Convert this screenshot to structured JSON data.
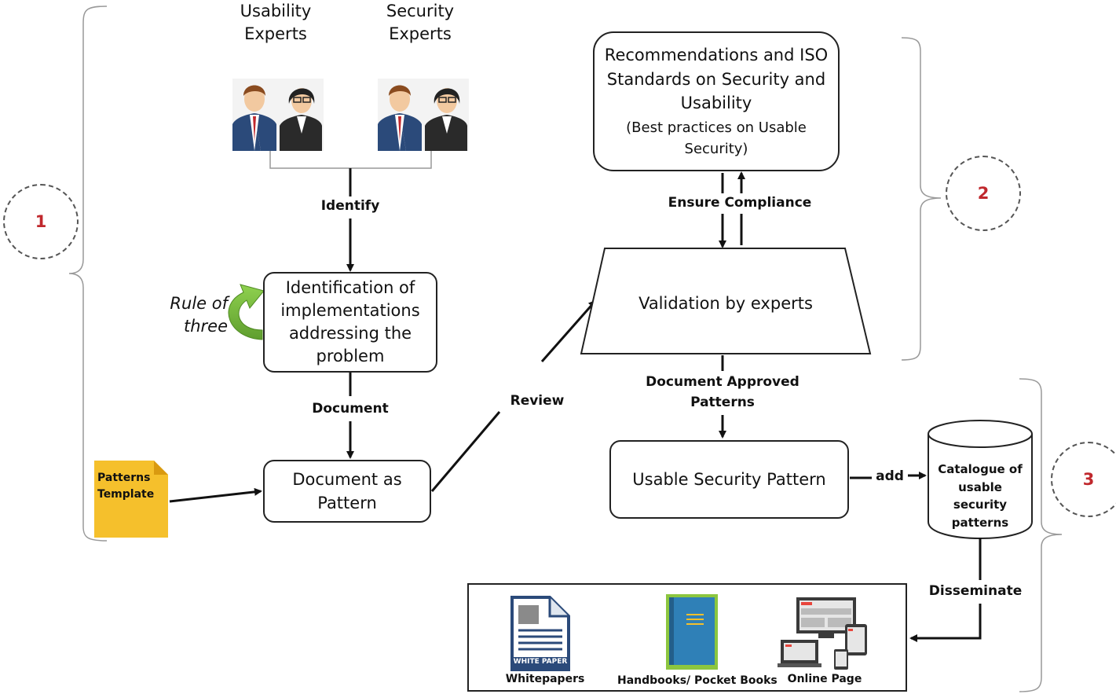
{
  "experts": {
    "usability": [
      "Usability",
      "Experts"
    ],
    "security": [
      "Security",
      "Experts"
    ]
  },
  "labels": {
    "identify": "Identify",
    "document": "Document",
    "review": "Review",
    "ensure_compliance": "Ensure Compliance",
    "document_approved": [
      "Document Approved",
      "Patterns"
    ],
    "add": "add",
    "disseminate": "Disseminate"
  },
  "rule_of_three": [
    "Rule of",
    "three"
  ],
  "boxes": {
    "identification": [
      "Identification of",
      "implementations",
      "addressing the",
      "problem"
    ],
    "document_pattern": [
      "Document as",
      "Pattern"
    ],
    "recommendations": [
      "Recommendations and ISO",
      "Standards on Security and",
      "Usability"
    ],
    "recommendations_sub": [
      "(Best practices on Usable",
      "Security)"
    ],
    "validation": "Validation by experts",
    "usable_pattern": "Usable Security Pattern",
    "catalogue": [
      "Catalogue of",
      "usable",
      "security",
      "patterns"
    ]
  },
  "template": [
    "Patterns",
    "Template"
  ],
  "phases": [
    "1",
    "2",
    "3"
  ],
  "media": {
    "whitepapers": "Whitepapers",
    "whitepaper_banner": "WHITE PAPER",
    "handbooks": "Handbooks/ Pocket Books",
    "online": "Online Page"
  },
  "colors": {
    "phase_number": "#c0282d",
    "template_note": "#f5c02c",
    "rule_arrow": "#7fc241",
    "book": "#2f80b7"
  }
}
